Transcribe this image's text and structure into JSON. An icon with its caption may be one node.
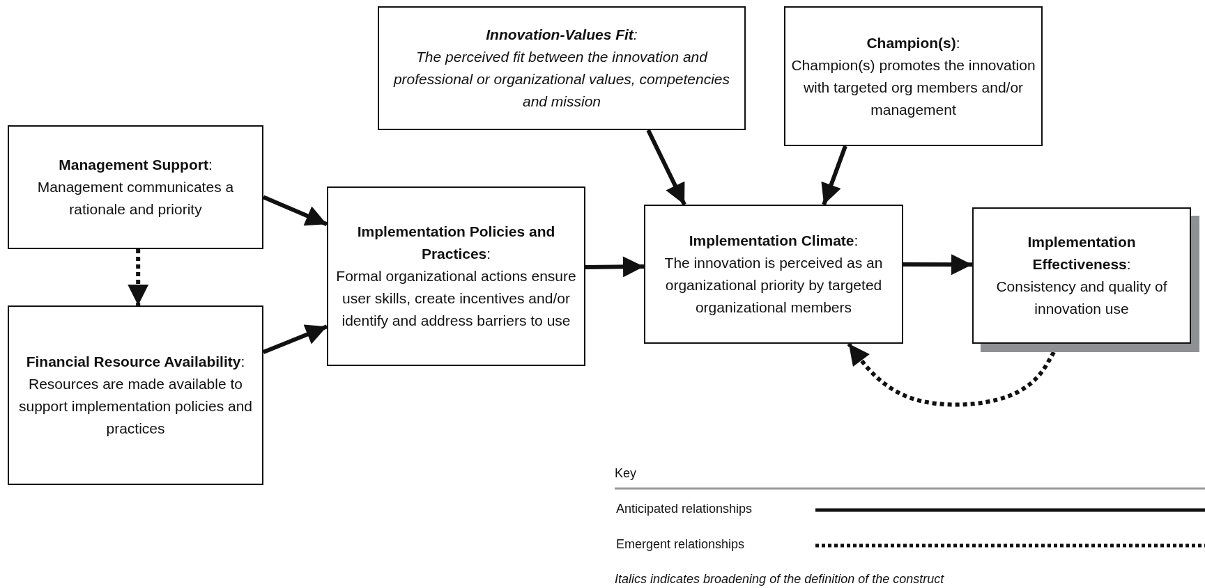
{
  "diagram": {
    "nodes": [
      {
        "text": [
          "**Innovation-Values Fit**:",
          "The perceived fit between the innovation and professional or organizational values, competencies and mission"
        ]
      },
      {
        "text": [
          "**Champion(s)**:",
          "Champion(s) promotes the innovation with targeted org members and/or management"
        ]
      },
      {
        "text": [
          "**Management Support**:",
          "Management communicates a rationale and priority"
        ]
      },
      {
        "text": [
          "**Financial Resource Availability**:",
          "Resources are made available to support implementation policies and practices"
        ]
      },
      {
        "text": [
          "**Implementation Policies and Practices**:",
          "Formal organizational actions ensure user skills, create incentives and/or identify and address barriers to use"
        ]
      },
      {
        "text": [
          "**Implementation Climate**:",
          "The innovation is perceived as an organizational priority by targeted organizational members"
        ]
      },
      {
        "text": [
          "**Implementation Effectiveness**:",
          "Consistency and quality of innovation use"
        ]
      }
    ],
    "edges": [
      {
        "from": 2,
        "to": 4,
        "arrow": "to"
      },
      {
        "from": 3,
        "to": 4,
        "arrow": "to"
      },
      {
        "from": 2,
        "to": 3,
        "arrow": "to",
        "style": "dashed"
      },
      {
        "from": 4,
        "to": 5,
        "arrow": "to"
      },
      {
        "from": 0,
        "to": 5,
        "arrow": "to"
      },
      {
        "from": 1,
        "to": 5,
        "arrow": "to"
      },
      {
        "from": 5,
        "to": 6,
        "arrow": "to"
      },
      {
        "from": 6,
        "to": 5,
        "arrow": "to",
        "style": "dashed"
      }
    ],
    "labels": [
      "Key",
      "Italics indicates broadening of the definition of the construct"
    ],
    "legend": [
      {
        "text": "Anticipated relationships"
      },
      {
        "text": "Emergent relationships"
      }
    ]
  }
}
